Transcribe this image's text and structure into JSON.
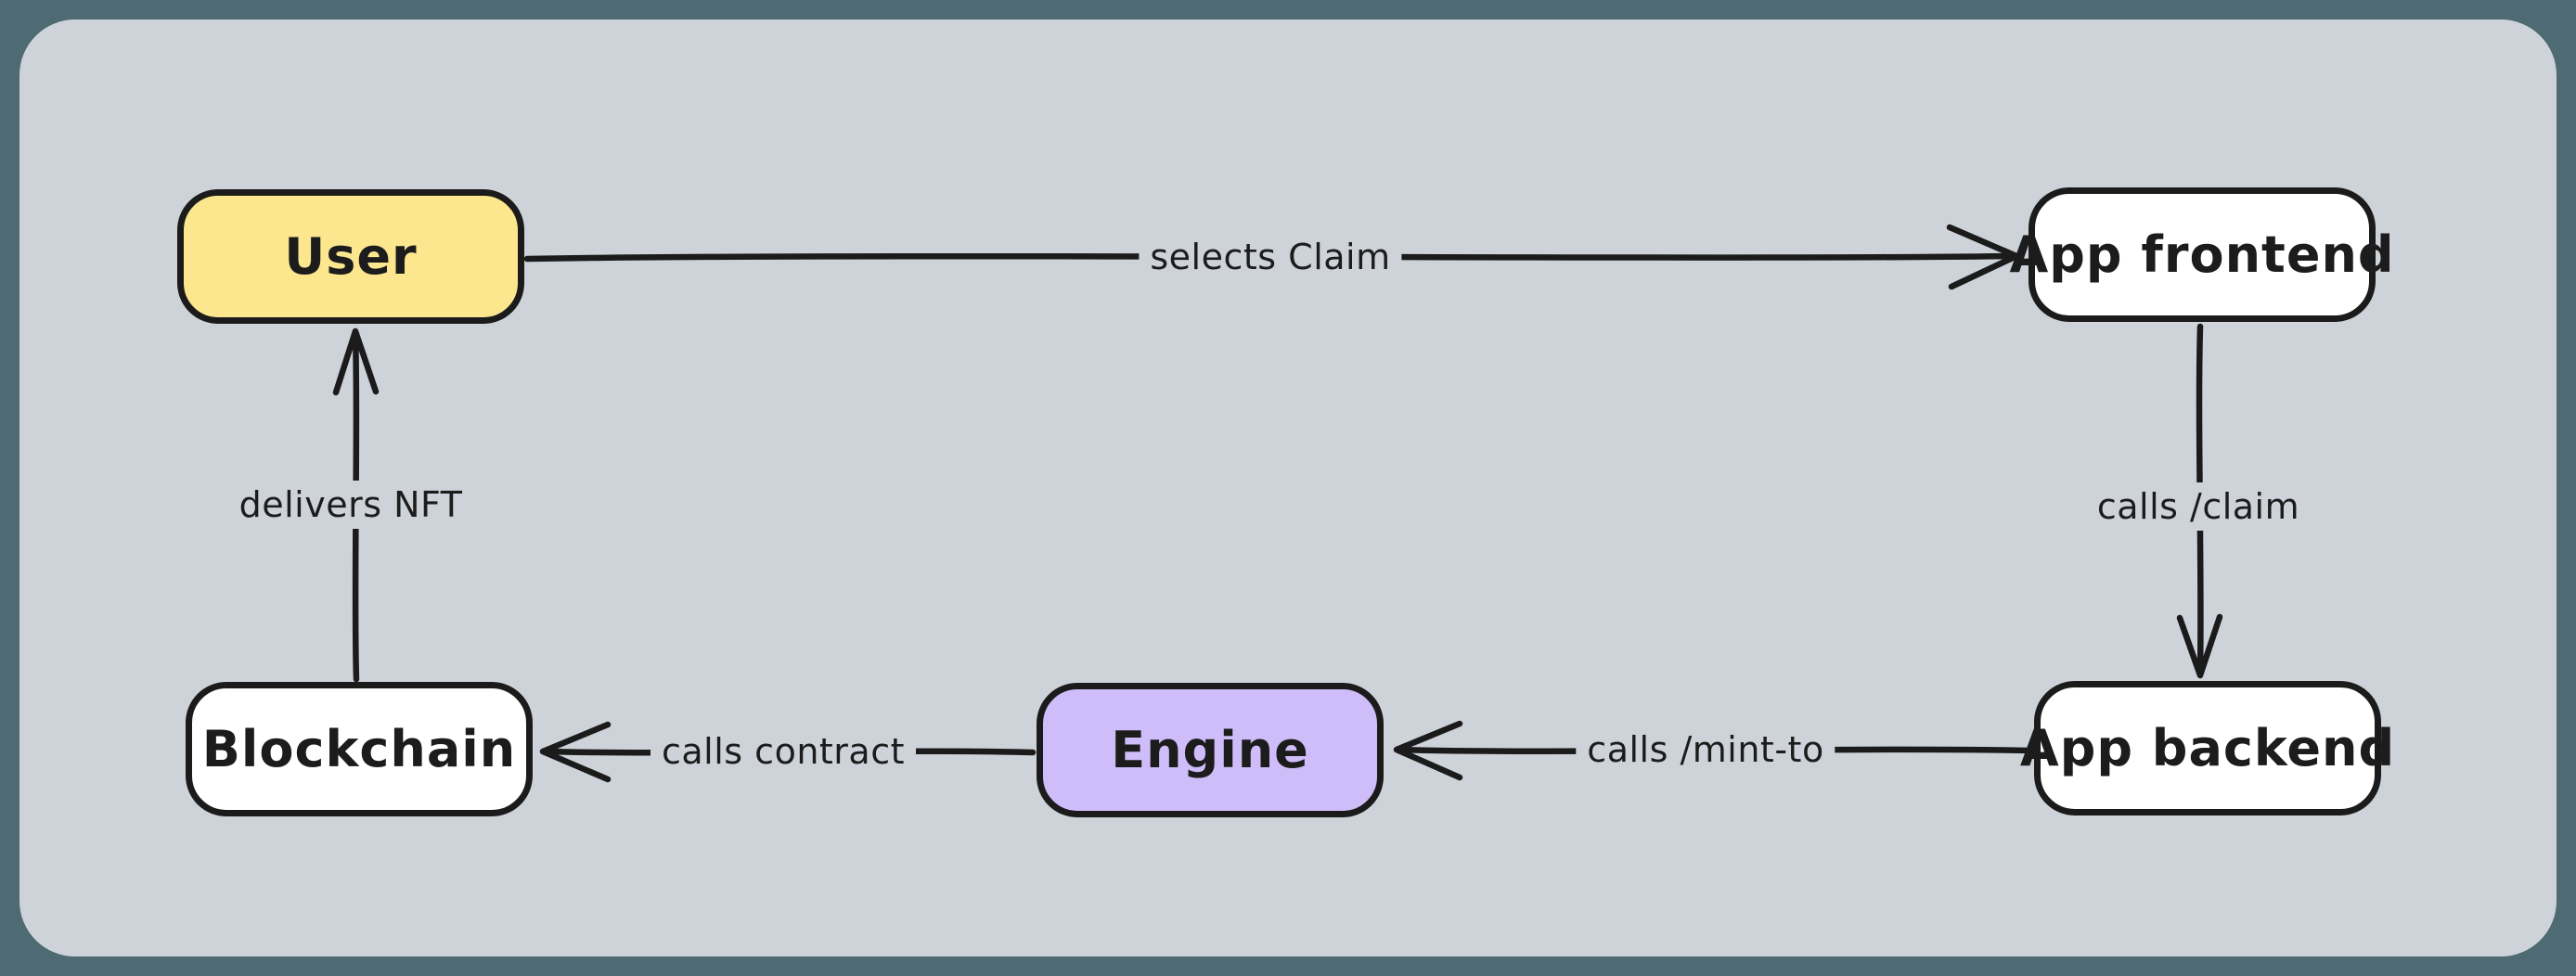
{
  "colors": {
    "outer_background": "#4e6a72",
    "canvas_background": "#ced3da",
    "line_stroke": "#1b1b1b",
    "node_yellow": "#fce78e",
    "node_purple": "#cfbdf9",
    "node_white": "#ffffff"
  },
  "diagram": {
    "nodes": [
      {
        "id": "user",
        "label": "User",
        "fill": "#fce78e"
      },
      {
        "id": "app-frontend",
        "label": "App frontend",
        "fill": "#ffffff"
      },
      {
        "id": "app-backend",
        "label": "App backend",
        "fill": "#ffffff"
      },
      {
        "id": "engine",
        "label": "Engine",
        "fill": "#cfbdf9"
      },
      {
        "id": "blockchain",
        "label": "Blockchain",
        "fill": "#ffffff"
      }
    ],
    "edges": [
      {
        "from": "user",
        "to": "app-frontend",
        "label": "selects Claim"
      },
      {
        "from": "app-frontend",
        "to": "app-backend",
        "label": "calls /claim"
      },
      {
        "from": "app-backend",
        "to": "engine",
        "label": "calls /mint-to"
      },
      {
        "from": "engine",
        "to": "blockchain",
        "label": "calls contract"
      },
      {
        "from": "blockchain",
        "to": "user",
        "label": "delivers NFT"
      }
    ]
  }
}
